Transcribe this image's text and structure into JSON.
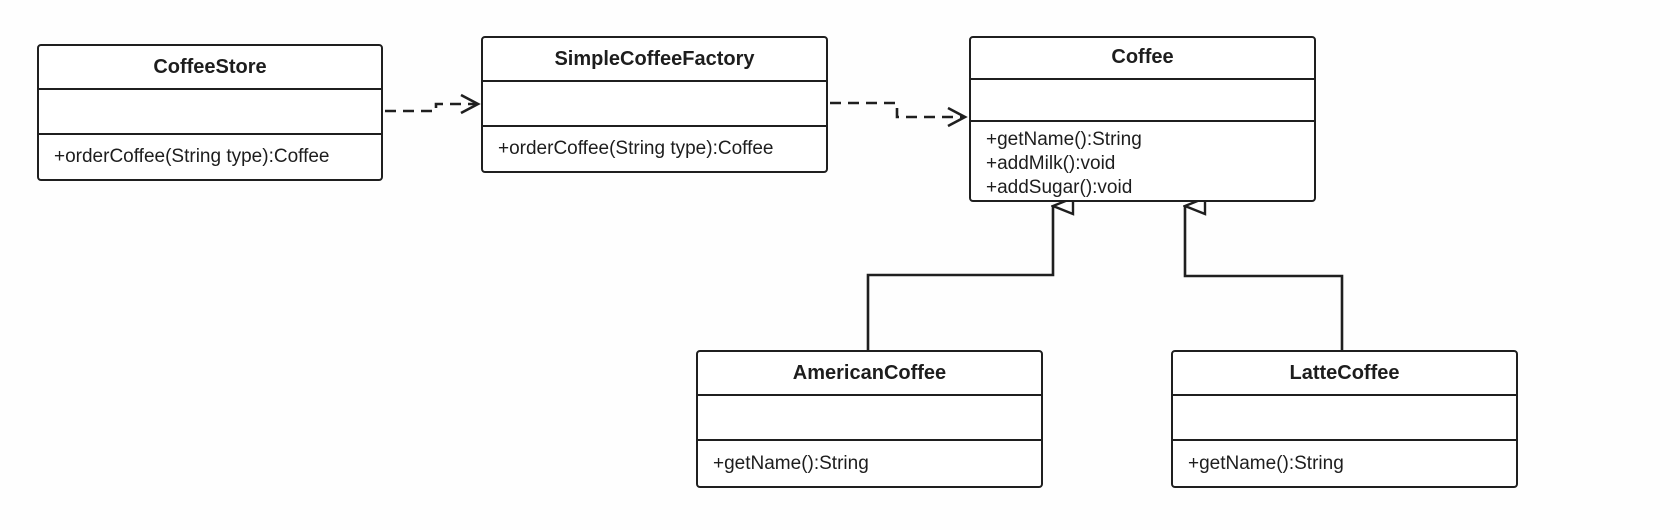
{
  "diagram": {
    "type": "uml-class-diagram",
    "classes": [
      {
        "id": "coffee-store",
        "name": "CoffeeStore",
        "attributes": [],
        "methods": [
          "+orderCoffee(String type):Coffee"
        ]
      },
      {
        "id": "simple-coffee-factory",
        "name": "SimpleCoffeeFactory",
        "attributes": [],
        "methods": [
          "+orderCoffee(String type):Coffee"
        ]
      },
      {
        "id": "coffee",
        "name": "Coffee",
        "attributes": [],
        "methods": [
          "+getName():String",
          "+addMilk():void",
          "+addSugar():void"
        ]
      },
      {
        "id": "american-coffee",
        "name": "AmericanCoffee",
        "attributes": [],
        "methods": [
          "+getName():String"
        ]
      },
      {
        "id": "latte-coffee",
        "name": "LatteCoffee",
        "attributes": [],
        "methods": [
          "+getName():String"
        ]
      }
    ],
    "relationships": [
      {
        "from": "CoffeeStore",
        "to": "SimpleCoffeeFactory",
        "kind": "dependency",
        "style": "dashed",
        "arrowhead": "open"
      },
      {
        "from": "SimpleCoffeeFactory",
        "to": "Coffee",
        "kind": "dependency",
        "style": "dashed",
        "arrowhead": "open"
      },
      {
        "from": "AmericanCoffee",
        "to": "Coffee",
        "kind": "generalization",
        "style": "solid",
        "arrowhead": "hollow-triangle"
      },
      {
        "from": "LatteCoffee",
        "to": "Coffee",
        "kind": "generalization",
        "style": "solid",
        "arrowhead": "hollow-triangle"
      }
    ],
    "colors": {
      "line": "#1f1f1f",
      "box_fill": "#ffffff",
      "background": "#fefefe"
    }
  }
}
